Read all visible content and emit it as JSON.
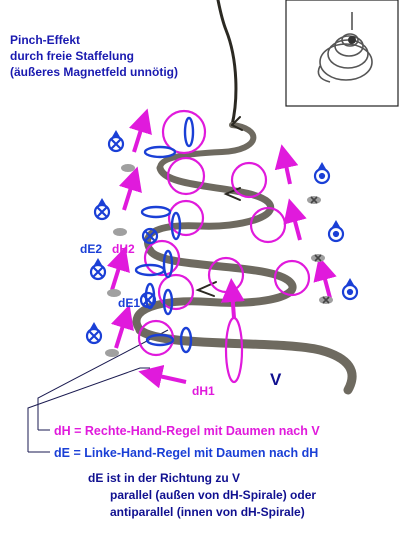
{
  "title": {
    "line1": "Pinch-Effekt",
    "line2": "durch freie Staffelung",
    "line3": "(äußeres Magnetfeld unnötig)"
  },
  "labels": {
    "de2": "dE2",
    "dh2": "dH2",
    "de1": "dE1",
    "dh1": "dH1",
    "v": "V"
  },
  "rules": {
    "dh_rule": "dH = Rechte-Hand-Regel mit Daumen nach V",
    "de_rule": "dE = Linke-Hand-Regel mit Daumen nach dH"
  },
  "note": {
    "line1": "dE ist in der Richtung  zu V",
    "line2": "parallel (außen von dH-Spirale) oder",
    "line3": "antiparallel (innen von dH-Spirale)"
  },
  "colors": {
    "magenta": "#e01adc",
    "blue": "#1a3fd6",
    "navy": "#101090",
    "spiral": "#6e6a60"
  }
}
